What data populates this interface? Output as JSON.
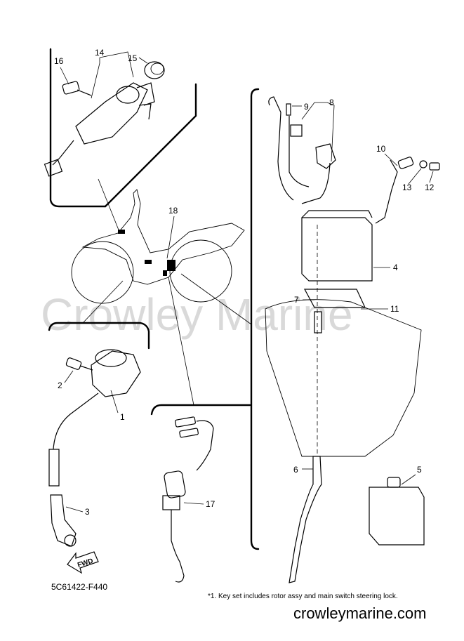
{
  "watermark": "Crowley Marine",
  "diagram_code": "5C61422-F440",
  "footnote": "*1. Key set includes rotor assy and main switch steering lock.",
  "website": "crowleymarine.com",
  "fwd_label": "FWD",
  "callouts": {
    "c1": "1",
    "c2": "2",
    "c3": "3",
    "c4": "4",
    "c5": "5",
    "c6": "6",
    "c7": "7",
    "c8": "8",
    "c9": "9",
    "c10": "10",
    "c11": "11",
    "c12": "12",
    "c13": "13",
    "c14": "14",
    "c15": "15",
    "c16": "16",
    "c17": "17",
    "c18": "18"
  }
}
